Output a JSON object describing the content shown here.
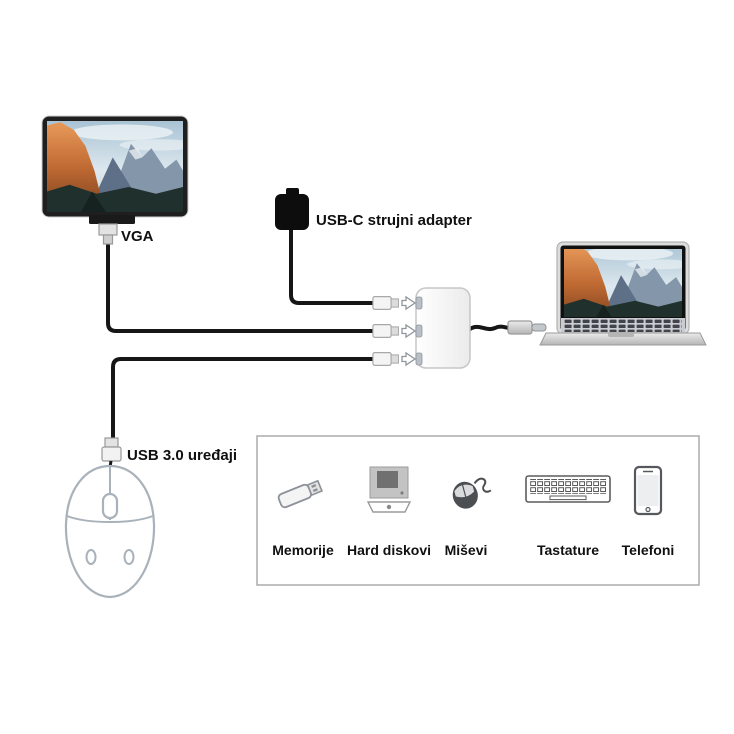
{
  "labels": {
    "vga": "VGA",
    "power_adapter": "USB-C strujni adapter",
    "usb_devices": "USB 3.0 uređaji"
  },
  "device_box": {
    "items": [
      {
        "icon": "usb-flash-drive-icon",
        "label": "Memorije"
      },
      {
        "icon": "hard-disk-icon",
        "label": "Hard diskovi"
      },
      {
        "icon": "computer-mouse-icon",
        "label": "Miševi"
      },
      {
        "icon": "keyboard-icon",
        "label": "Tastature"
      },
      {
        "icon": "smartphone-icon",
        "label": "Telefoni"
      }
    ]
  },
  "colors": {
    "background": "#ffffff",
    "cable": "#161616",
    "label_text": "#101010",
    "adapter_body": "#0d0d0d",
    "hub_fill": "#fdfdfd",
    "hub_border": "#c6c6c6",
    "device_box_border": "#ababab",
    "mouse_lineart": "#a9b2ba",
    "icon_gray": "#5b5b5b",
    "wallpaper_cliff_orange": "#c06a33",
    "wallpaper_sky_blue": "#a9c3d4"
  }
}
